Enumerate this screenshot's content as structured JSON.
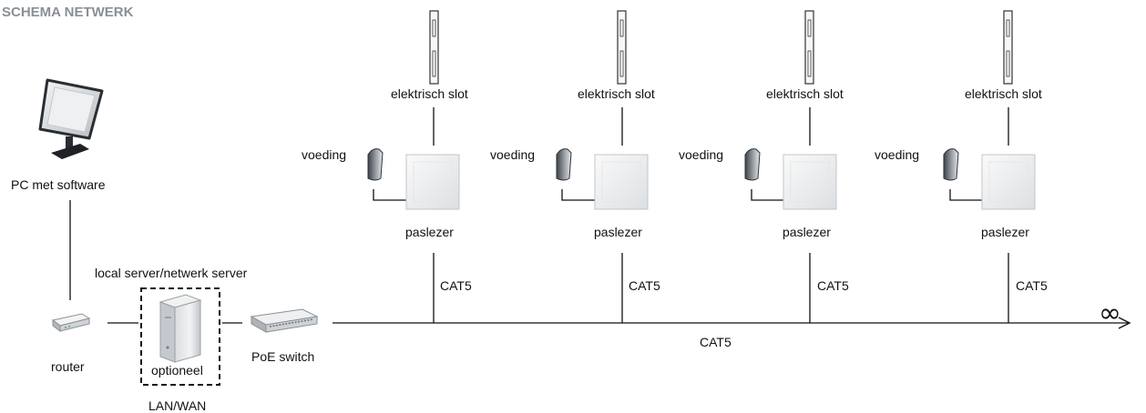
{
  "title": "SCHEMA NETWERK",
  "labels": {
    "pc": "PC met software",
    "router": "router",
    "server_group": "local server/netwerk server",
    "optional": "optioneel",
    "lanwan": "LAN/WAN",
    "switch": "PoE switch",
    "bus_cable": "CAT5",
    "infinity": "∞"
  },
  "stations": [
    {
      "lock": "elektrisch slot",
      "power": "voeding",
      "reader": "paslezer",
      "cable": "CAT5"
    },
    {
      "lock": "elektrisch slot",
      "power": "voeding",
      "reader": "paslezer",
      "cable": "CAT5"
    },
    {
      "lock": "elektrisch slot",
      "power": "voeding",
      "reader": "paslezer",
      "cable": "CAT5"
    },
    {
      "lock": "elektrisch slot",
      "power": "voeding",
      "reader": "paslezer",
      "cable": "CAT5"
    }
  ],
  "colors": {
    "line": "#111111",
    "title": "#8a8f94",
    "device_dark": "#555b61",
    "device_light": "#e8eaec"
  }
}
